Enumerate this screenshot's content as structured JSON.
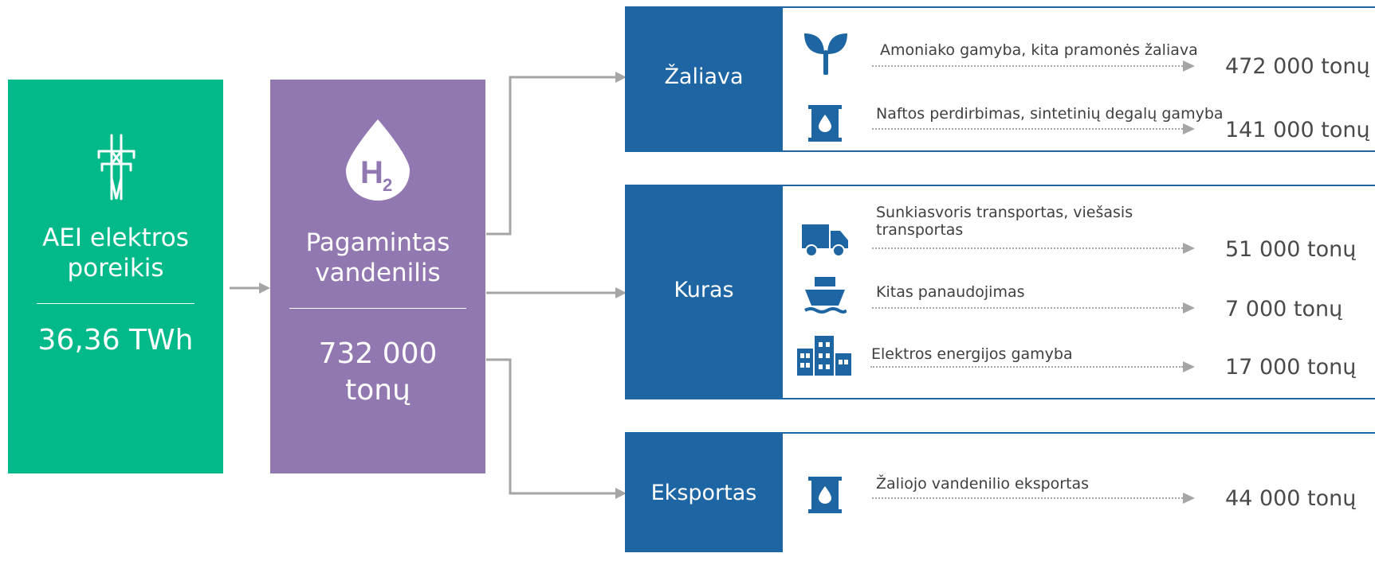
{
  "colors": {
    "green": "#02b98a",
    "purple": "#9278b0",
    "blue": "#1e65a3",
    "arrow": "#a5a5a5"
  },
  "source_box": {
    "icon": "power-pylon-icon",
    "title": "AEI elektros\nporeikis",
    "value": "36,36 TWh"
  },
  "hydrogen_box": {
    "icon": "hydrogen-drop-icon",
    "icon_symbol": "H",
    "icon_subscript": "2",
    "title": "Pagamintas\nvandenilis",
    "value": "732 000\ntonų"
  },
  "categories": [
    {
      "label": "Žaliava",
      "rows": [
        {
          "icon": "sprout-icon",
          "label": "Amoniako gamyba, kita pramonės žaliava",
          "value": "472 000 tonų"
        },
        {
          "icon": "oil-barrel-icon",
          "label": "Naftos perdirbimas, sintetinių degalų gamyba",
          "value": "141 000 tonų"
        }
      ]
    },
    {
      "label": "Kuras",
      "rows": [
        {
          "icon": "truck-icon",
          "label": "Sunkiasvoris transportas, viešasis\ntransportas",
          "value": "51 000 tonų"
        },
        {
          "icon": "ship-icon",
          "label": "Kitas panaudojimas",
          "value": "7 000 tonų"
        },
        {
          "icon": "factory-icon",
          "label": "Elektros energijos gamyba",
          "value": "17 000 tonų"
        }
      ]
    },
    {
      "label": "Eksportas",
      "rows": [
        {
          "icon": "oil-barrel-icon",
          "label": "Žaliojo vandenilio eksportas",
          "value": "44 000 tonų"
        }
      ]
    }
  ]
}
